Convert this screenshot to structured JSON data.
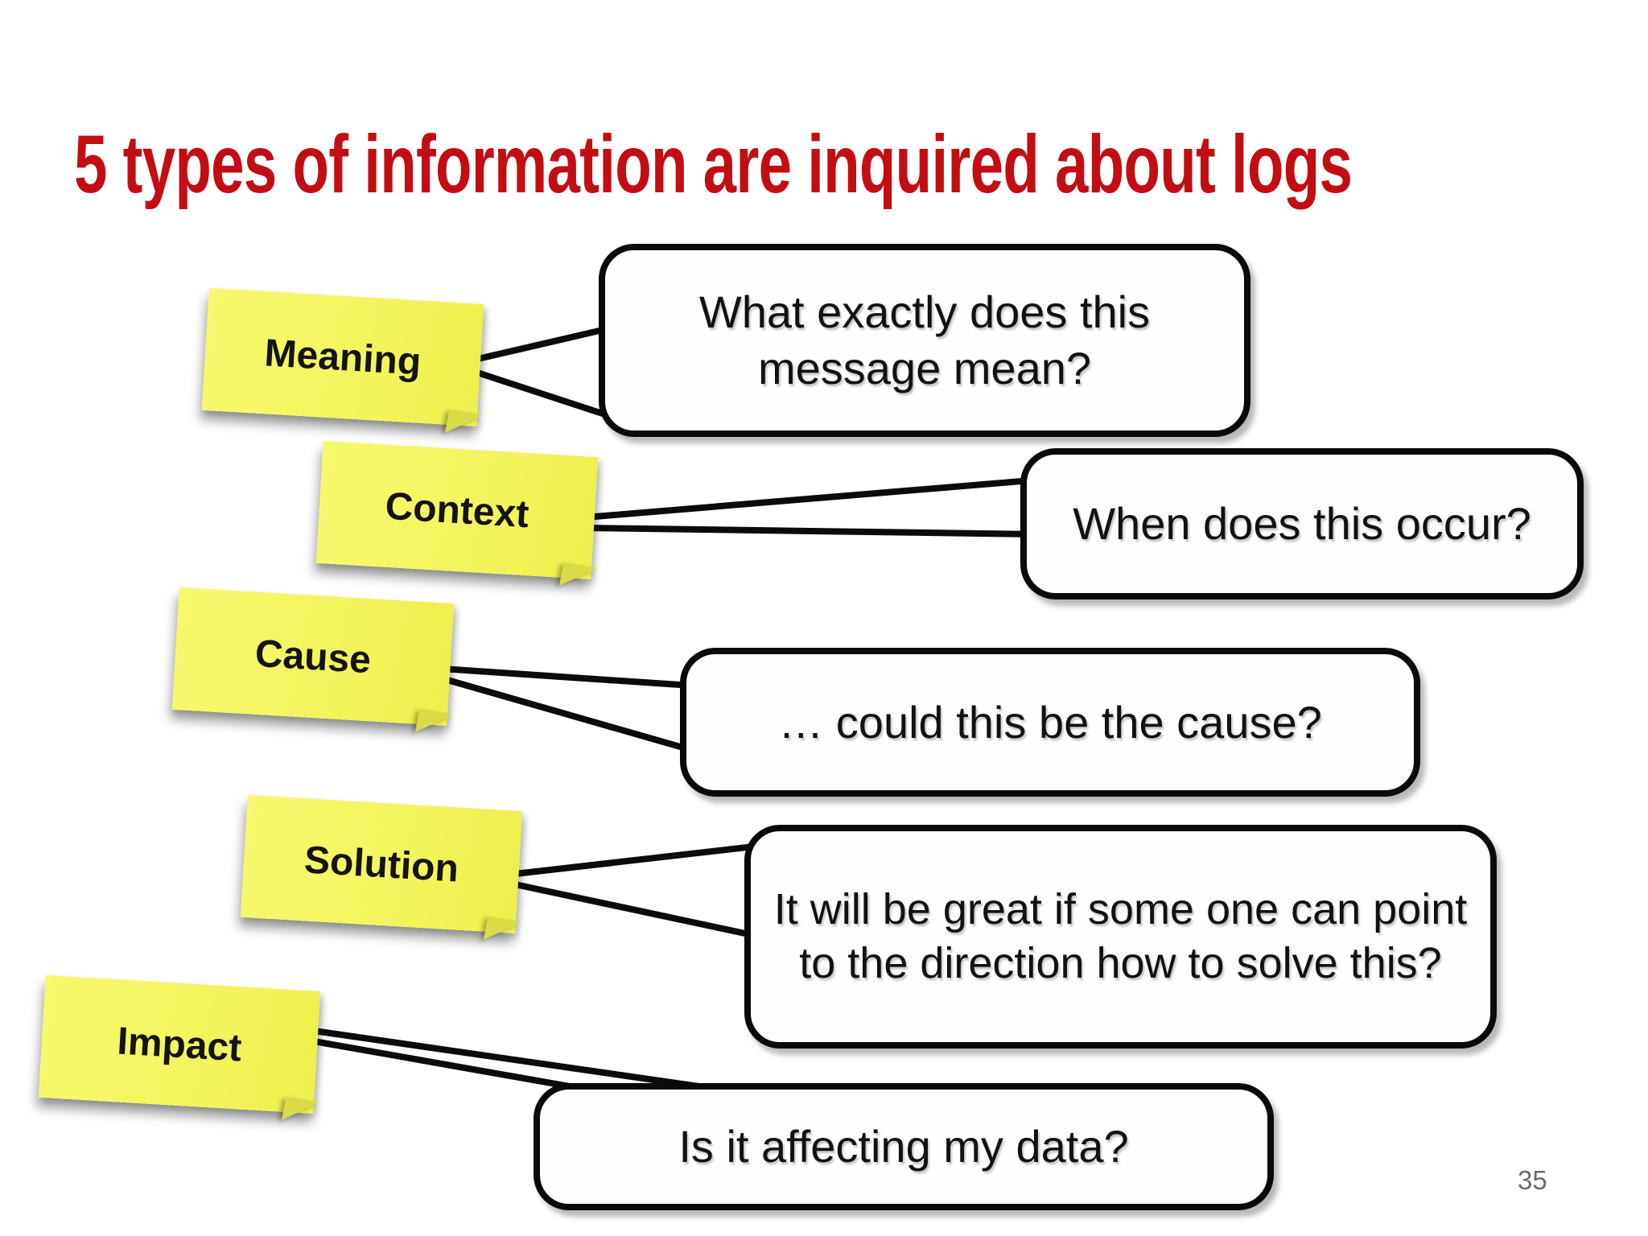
{
  "slide": {
    "title": "5 types of information are inquired about logs",
    "page_number": "35"
  },
  "notes": [
    {
      "label": "Meaning",
      "question": "What exactly does this message mean?"
    },
    {
      "label": "Context",
      "question": "When does this occur?"
    },
    {
      "label": "Cause",
      "question": "… could this be the cause?"
    },
    {
      "label": "Solution",
      "question": "It will be great if some one can point to the direction how to solve this?"
    },
    {
      "label": "Impact",
      "question": "Is it affecting my data?"
    }
  ],
  "colors": {
    "title_red": "#c20e13",
    "sticky_yellow": "#f3f55f",
    "sticky_fold": "#d9db48",
    "bubble_border": "#0a0a0a",
    "line_black": "#0b0b0b",
    "page_number_gray": "#6a6a6a",
    "background": "#ffffff"
  }
}
